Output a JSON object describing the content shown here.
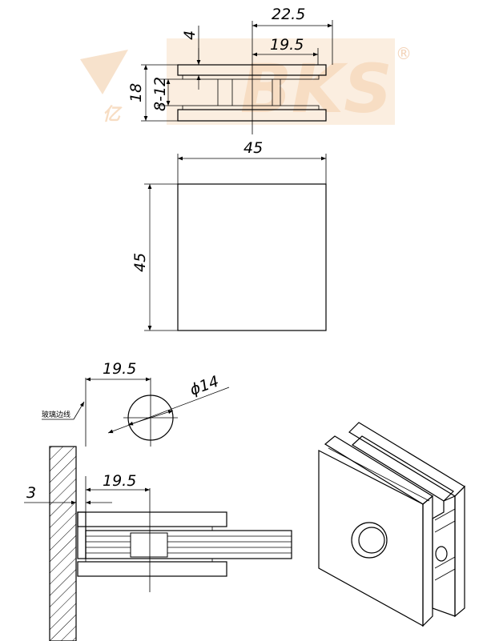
{
  "watermark": {
    "brand": "BKS",
    "chinese": "亿",
    "registered": "®"
  },
  "top_view": {
    "dim_width_total": "22.5",
    "dim_width_inner": "19.5",
    "dim_top": "4",
    "dim_height": "18",
    "dim_glass": "8-12"
  },
  "front_view": {
    "dim_width": "45",
    "dim_height": "45"
  },
  "bottom_view": {
    "dim_offset_top": "19.5",
    "dim_hole_dia": "ϕ14",
    "glass_edge_label": "玻璃边线",
    "dim_gap": "3",
    "dim_offset_bottom": "19.5"
  }
}
